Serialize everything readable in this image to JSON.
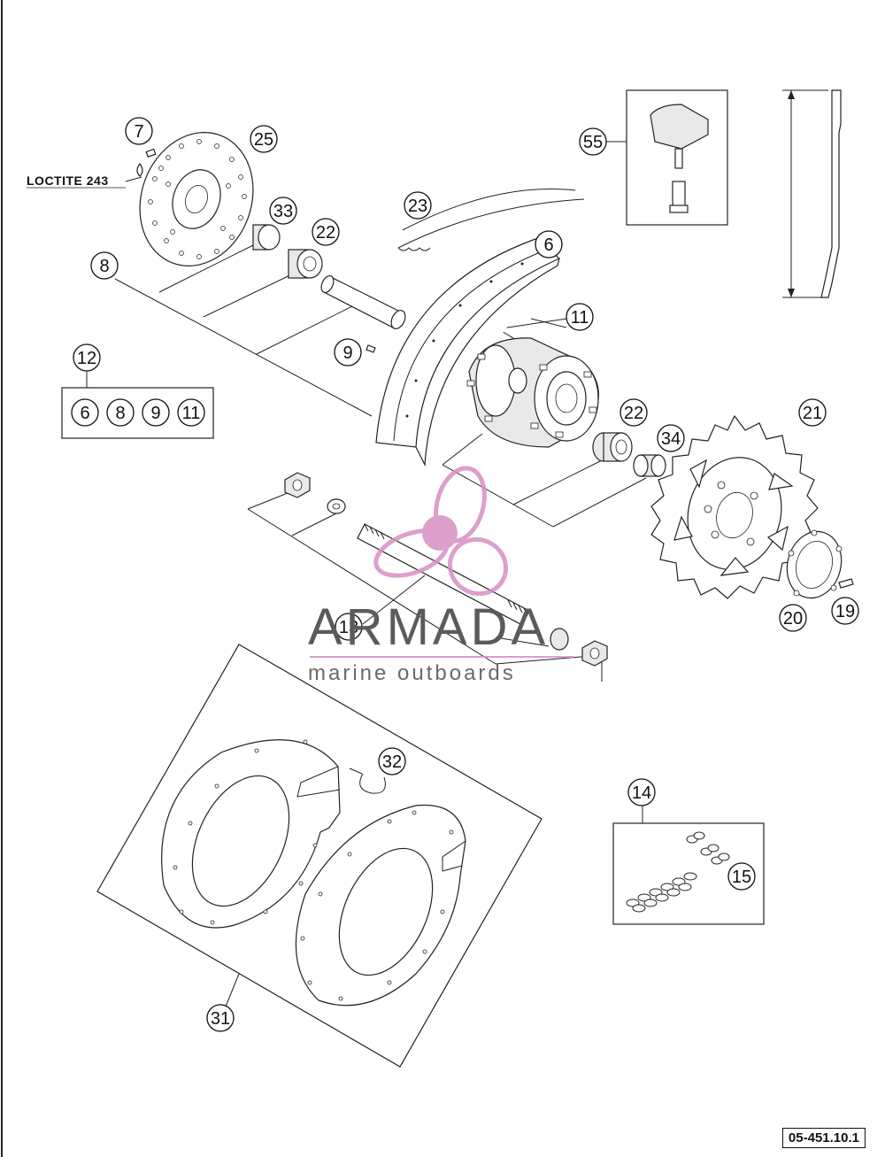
{
  "diagram": {
    "loctite_label": "LOCTITE 243",
    "set_number": "12",
    "set_contents": [
      "6",
      "8",
      "9",
      "11"
    ],
    "callouts": [
      "7",
      "25",
      "33",
      "22",
      "8",
      "23",
      "6",
      "55",
      "11",
      "9",
      "12",
      "22",
      "34",
      "21",
      "13",
      "20",
      "19",
      "32",
      "14",
      "15",
      "31"
    ],
    "reference_code": "05-451.10.1"
  },
  "watermark": {
    "brand": "ARMADA",
    "tagline": "marine outboards",
    "accent_color": "#d88fc2"
  }
}
